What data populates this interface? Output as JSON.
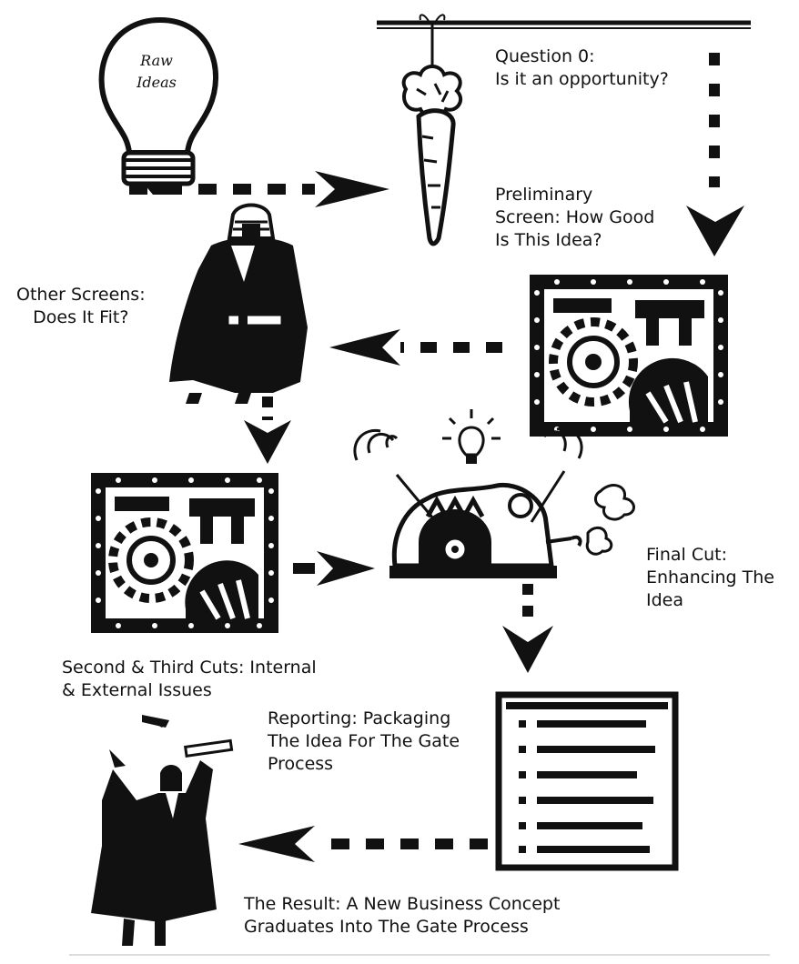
{
  "stages": {
    "idea_bulb_text": "Raw\nIdeas",
    "q0": "Question 0:\nIs it an opportunity?",
    "preliminary": "Preliminary\nScreen: How Good\nIs This Idea?",
    "other_screens": "Other Screens:\nDoes It Fit?",
    "final_cut": "Final Cut:\nEnhancing The\nIdea",
    "second_third": "Second & Third Cuts: Internal\n& External Issues",
    "reporting": "Reporting: Packaging\nThe Idea For The Gate\nProcess",
    "result": "The Result: A New Business Concept\nGraduates Into The Gate Process"
  }
}
